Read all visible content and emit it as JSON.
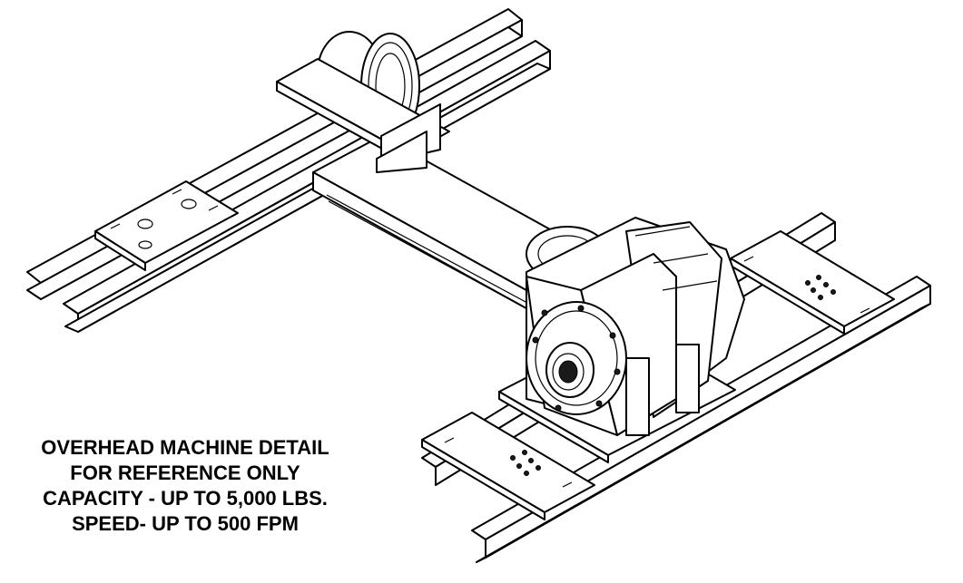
{
  "notes": {
    "line1": "OVERHEAD MACHINE DETAIL",
    "line2": "FOR REFERENCE ONLY",
    "line3": "CAPACITY - UP TO 5,000 LBS.",
    "line4": "SPEED-  UP TO 500 FPM"
  },
  "colors": {
    "line": "#000000",
    "background": "#ffffff"
  }
}
